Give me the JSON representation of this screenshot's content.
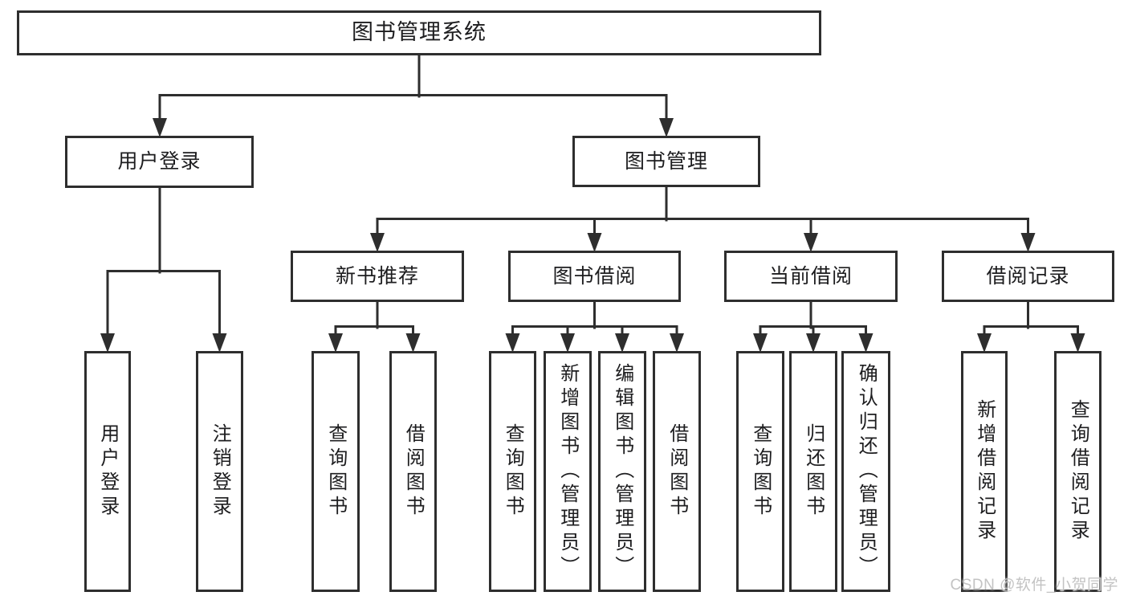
{
  "nodes": {
    "root": "图书管理系统",
    "level2": [
      "用户登录",
      "图书管理"
    ],
    "level3": [
      "新书推荐",
      "图书借阅",
      "当前借阅",
      "借阅记录"
    ],
    "login_children": [
      "用户登录",
      "注销登录"
    ],
    "newbook_children": [
      "查询图书",
      "借阅图书"
    ],
    "borrow_children": [
      "查询图书",
      "新增图书（管理员）",
      "编辑图书（管理员）",
      "借阅图书"
    ],
    "current_children": [
      "查询图书",
      "归还图书",
      "确认归还（管理员）"
    ],
    "records_children": [
      "新增借阅记录",
      "查询借阅记录"
    ]
  },
  "watermark": "CSDN @软件_小贺同学",
  "colors": {
    "line": "#2e2e2e",
    "text": "#1d1d1f",
    "bg": "#ffffff",
    "watermark": "#c3c3c3"
  }
}
